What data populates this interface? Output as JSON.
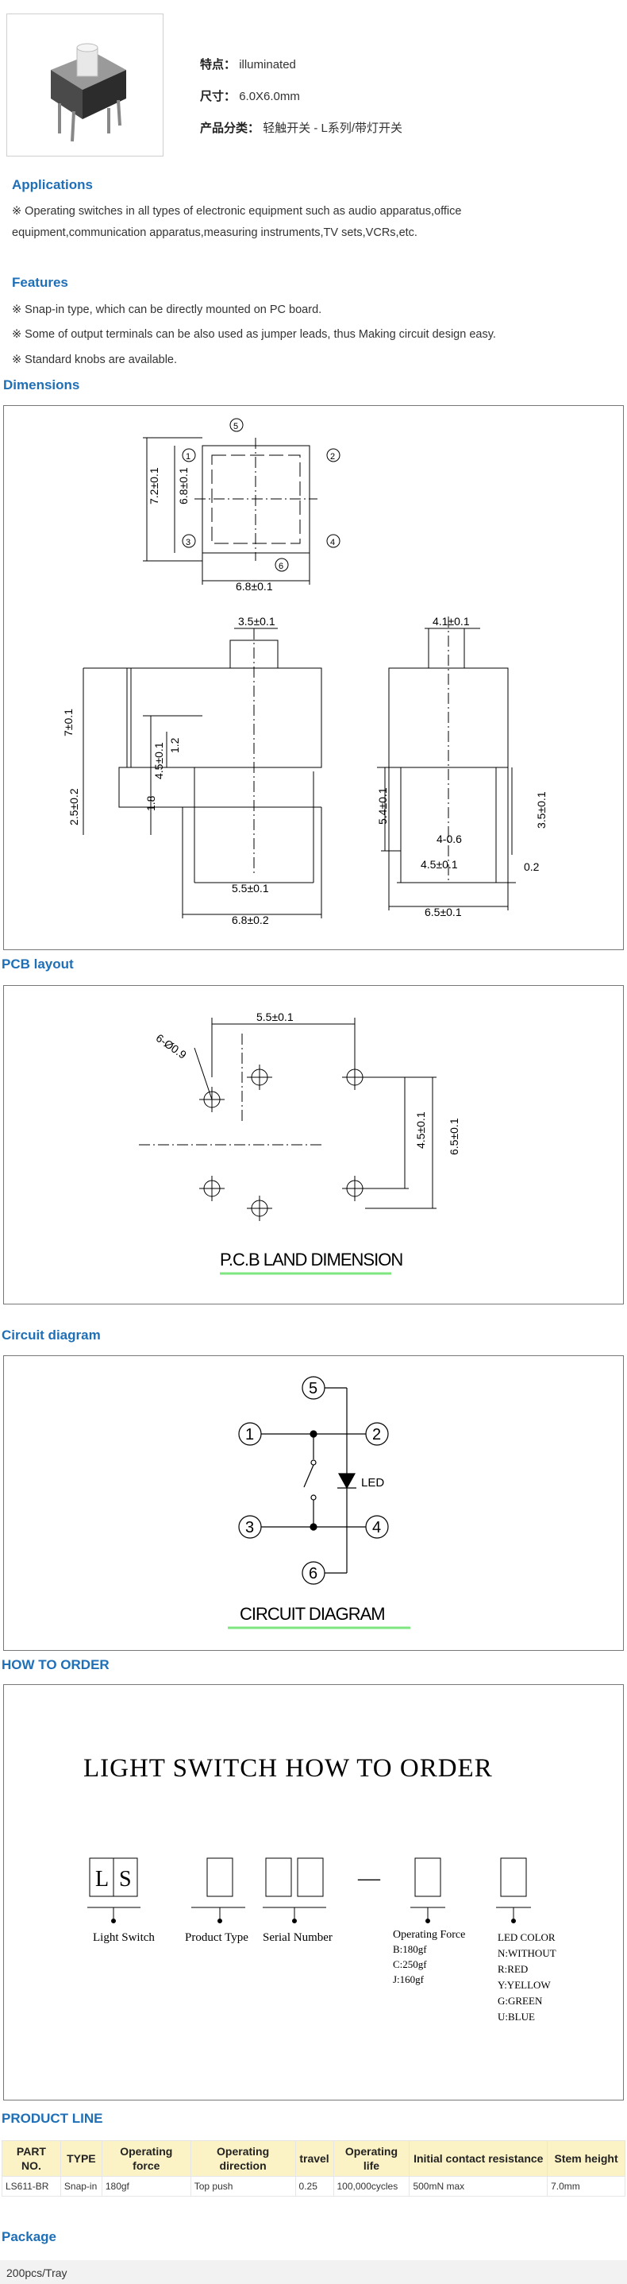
{
  "product": {
    "feature_label": "特点：",
    "feature_value": "illuminated",
    "size_label": "尺寸：",
    "size_value": "6.0X6.0mm",
    "category_label": "产品分类：",
    "category_value": "轻触开关 - L系列/带灯开关"
  },
  "applications": {
    "title": "Applications",
    "text": "※ Operating switches in all types of electronic equipment such as audio apparatus,office equipment,communication apparatus,measuring instruments,TV sets,VCRs,etc."
  },
  "features": {
    "title": "Features",
    "items": [
      "※ Snap-in type, which can be directly mounted on PC board.",
      "※ Some of output terminals can be also used as jumper leads, thus Making circuit design easy.",
      "※ Standard knobs are available."
    ]
  },
  "dimensions": {
    "title": "Dimensions",
    "labels": {
      "d1": "7.2±0.1",
      "d2": "6.8±0.1",
      "d3": "6.8±0.1",
      "d4": "3.5±0.1",
      "d5": "7±0.1",
      "d6": "4.5±0.1",
      "d7": "1.2",
      "d8": "1.8",
      "d9": "2.5±0.2",
      "d10": "5.5±0.1",
      "d11": "6.8±0.2",
      "d12": "4.1±0.1",
      "d13": "5.4±0.1",
      "d14": "4-0.6",
      "d15": "4.5±0.1",
      "d16": "3.5±0.1",
      "d17": "0.2",
      "d18": "6.5±0.1"
    },
    "pins": [
      "1",
      "2",
      "3",
      "4",
      "5",
      "6"
    ]
  },
  "pcb": {
    "title": "PCB layout",
    "caption": "P.C.B LAND DIMENSION",
    "labels": {
      "holes": "6-Ø0.9",
      "w": "5.5±0.1",
      "h1": "4.5±0.1",
      "h2": "6.5±0.1"
    }
  },
  "circuit": {
    "title": "Circuit diagram",
    "caption": "CIRCUIT DIAGRAM",
    "led": "LED",
    "pins": [
      "1",
      "2",
      "3",
      "4",
      "5",
      "6"
    ]
  },
  "order": {
    "title": "HOW TO ORDER",
    "heading": "LIGHT SWITCH HOW TO ORDER",
    "letters": [
      "L",
      "S"
    ],
    "dash": "—",
    "light_switch": "Light Switch",
    "product_type": "Product Type",
    "serial_number": "Serial Number",
    "operating_force": "Operating Force",
    "force_options": [
      "B:180gf",
      "C:250gf",
      "J:160gf"
    ],
    "led_color": "LED COLOR",
    "color_options": [
      "N:WITHOUT",
      "R:RED",
      "Y:YELLOW",
      "G:GREEN",
      "U:BLUE"
    ]
  },
  "product_line": {
    "title": "PRODUCT LINE",
    "headers": [
      "PART NO.",
      "TYPE",
      "Operating force",
      "Operating direction",
      "travel",
      "Operating life",
      "Initial contact resistance",
      "Stem height"
    ],
    "rows": [
      [
        "LS611-BR",
        "Snap-in",
        "180gf",
        "Top push",
        "0.25",
        "100,000cycles",
        "500mN max",
        "7.0mm"
      ]
    ]
  },
  "package": {
    "title": "Package",
    "value": "200pcs/Tray"
  }
}
